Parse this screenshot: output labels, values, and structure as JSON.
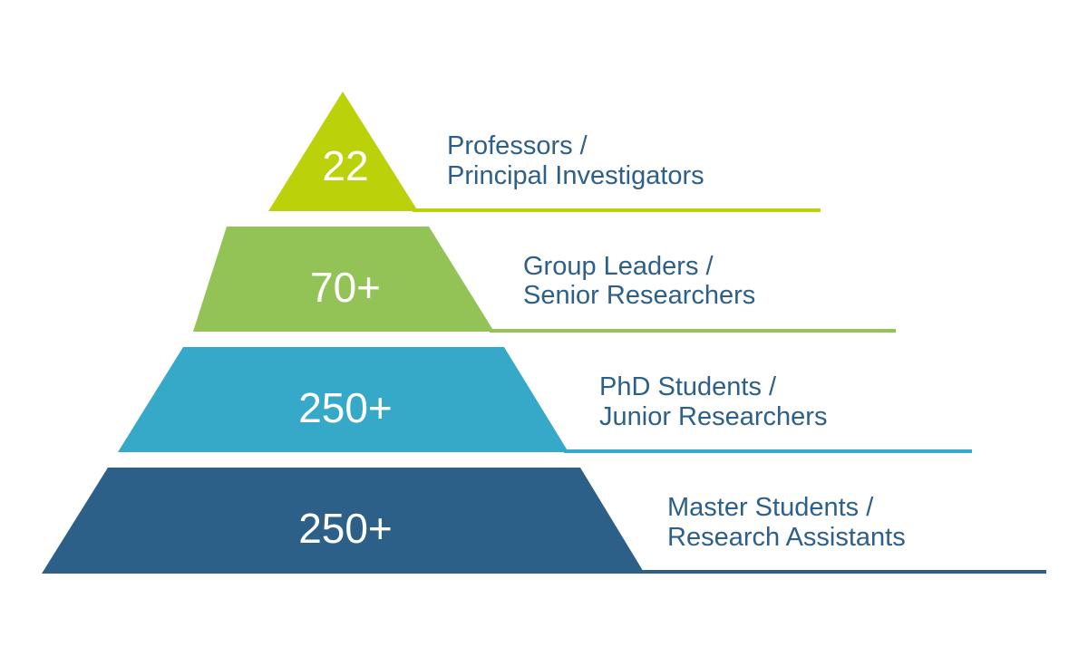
{
  "diagram": {
    "type": "pyramid",
    "tiers": [
      {
        "value": "22",
        "label_line1": "Professors /",
        "label_line2": "Principal Investigators",
        "color": "#bbd20b"
      },
      {
        "value": "70+",
        "label_line1": "Group Leaders /",
        "label_line2": "Senior Researchers",
        "color": "#93c356"
      },
      {
        "value": "250+",
        "label_line1": "PhD Students /",
        "label_line2": "Junior Researchers",
        "color": "#36a9c9"
      },
      {
        "value": "250+",
        "label_line1": "Master Students /",
        "label_line2": "Research Assistants",
        "color": "#2c6088"
      }
    ],
    "label_color": "#2d5f8b",
    "value_color": "#ffffff"
  }
}
